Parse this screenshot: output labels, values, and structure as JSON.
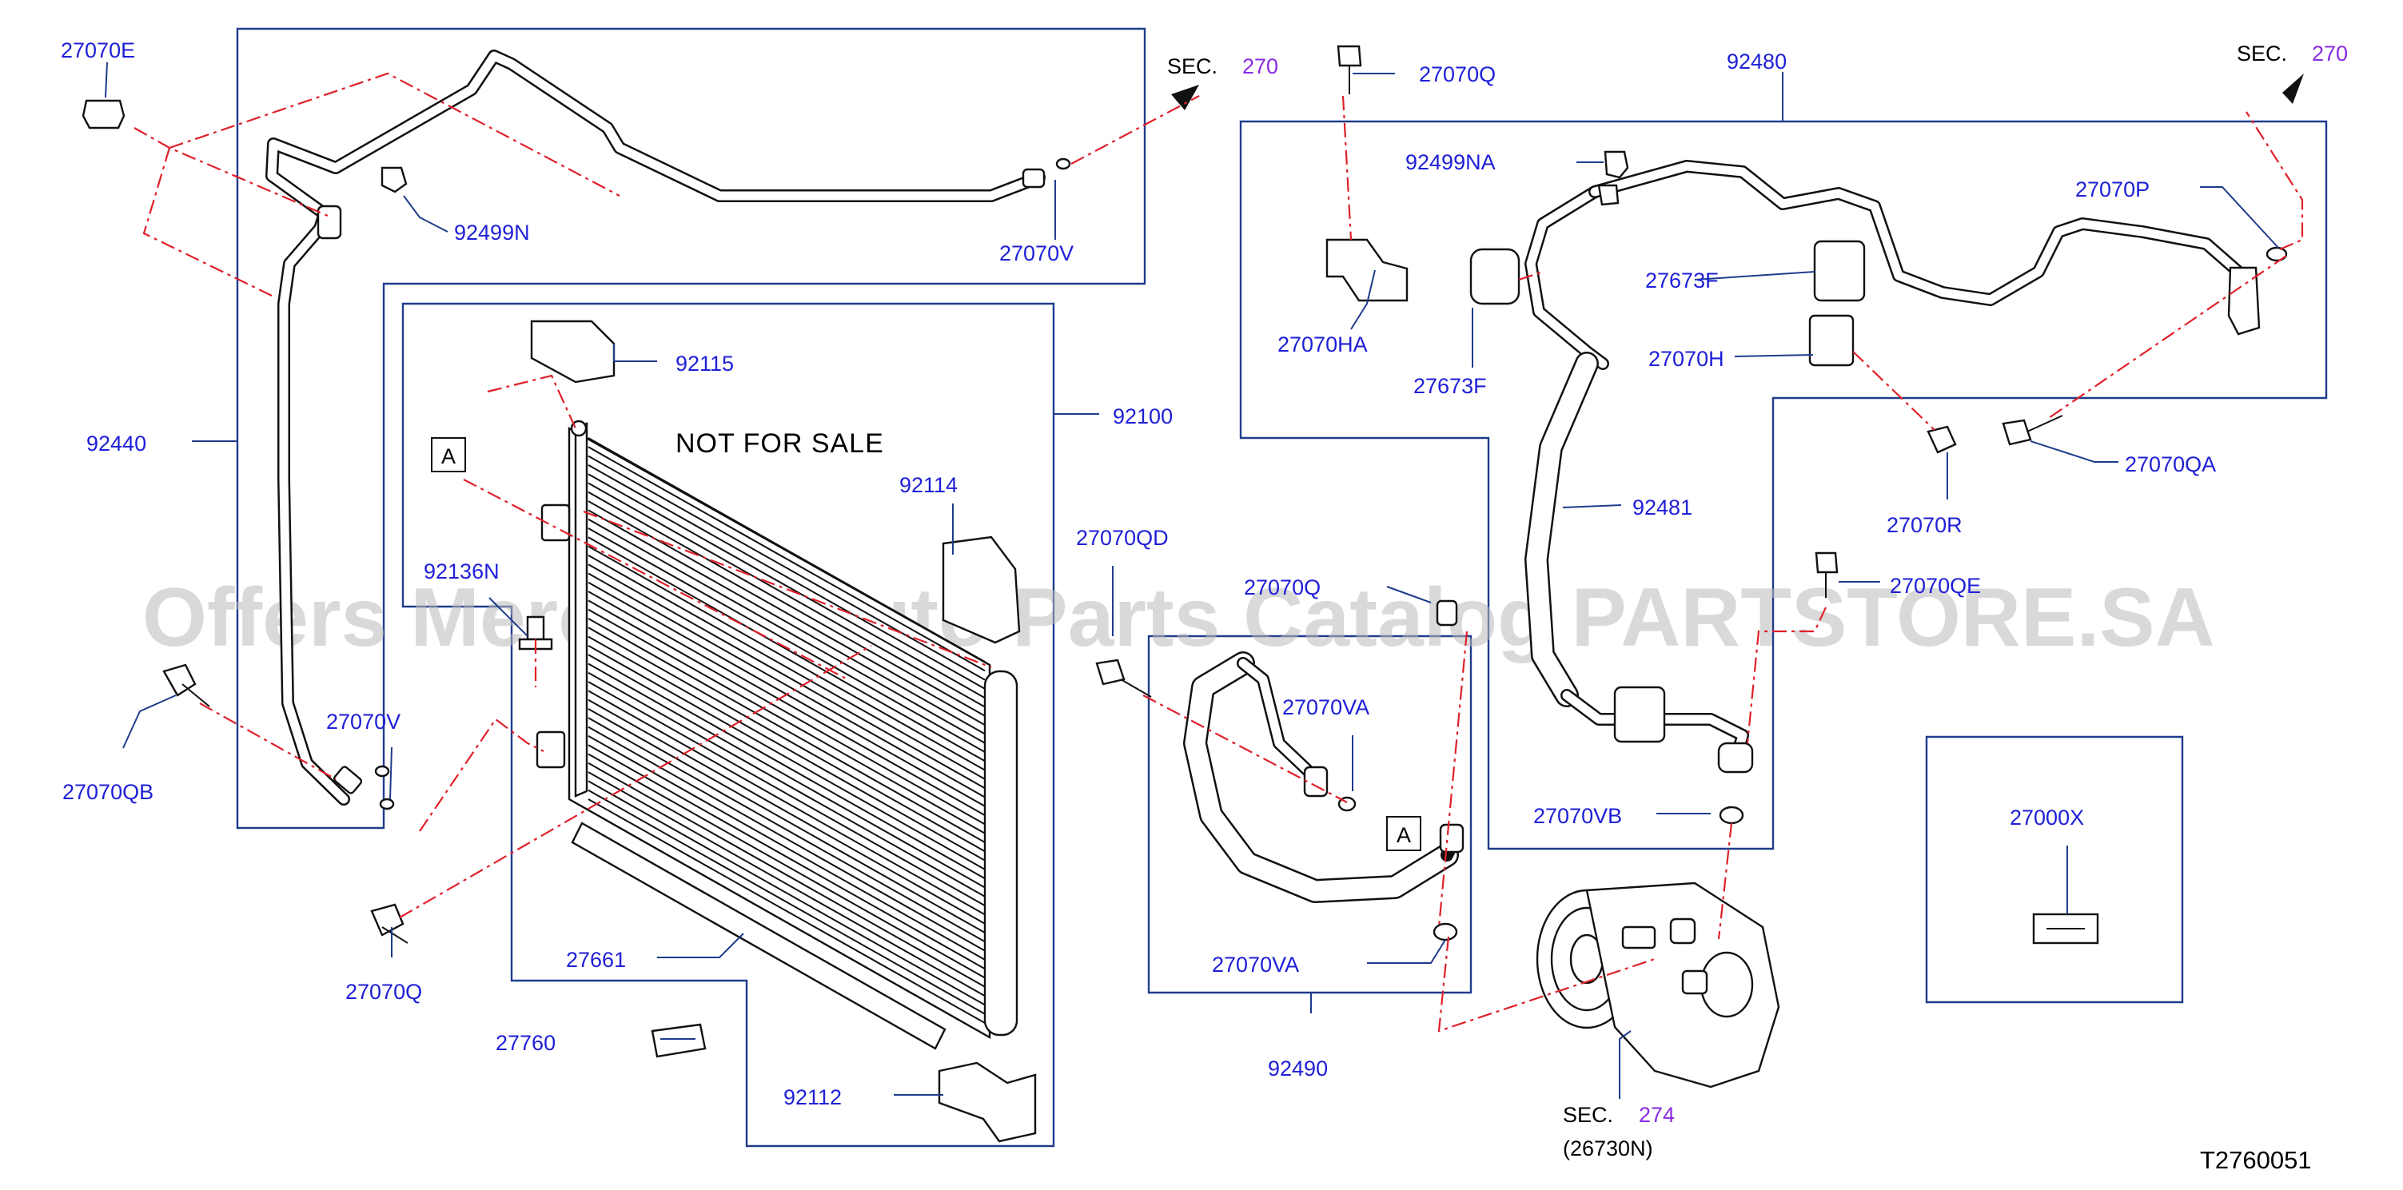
{
  "diagram_code": "T2760051",
  "watermark": "Offers Merchant Auto Parts Catalog PARTSTORE.SA",
  "note": "NOT   FOR   SALE",
  "ref_mark": "A",
  "sections": {
    "sec_word": "SEC.",
    "top_left_num": "270",
    "top_right_num": "270",
    "compressor_num": "274",
    "compressor_sub": "(26730N)"
  },
  "labels": {
    "p27070E": "27070E",
    "p92499N": "92499N",
    "p27070V_top": "27070V",
    "p92440": "92440",
    "p92115": "92115",
    "p92100": "92100",
    "p92114": "92114",
    "p92136N": "92136N",
    "p27070QB": "27070QB",
    "p27070V_low": "27070V",
    "p27070Q_low": "27070Q",
    "p27661": "27661",
    "p27760": "27760",
    "p92112": "92112",
    "p27070Q_top": "27070Q",
    "p92480": "92480",
    "p92499NA": "92499NA",
    "p27070P": "27070P",
    "p27673F_a": "27673F",
    "p27070HA": "27070HA",
    "p27673F_b": "27673F",
    "p27070H": "27070H",
    "p27070QA": "27070QA",
    "p27070R": "27070R",
    "p92481": "92481",
    "p27070QD": "27070QD",
    "p27070Q_mid": "27070Q",
    "p27070QE": "27070QE",
    "p27070VA_a": "27070VA",
    "p27070VB": "27070VB",
    "p27070VA_b": "27070VA",
    "p92490": "92490",
    "p27000X": "27000X"
  }
}
